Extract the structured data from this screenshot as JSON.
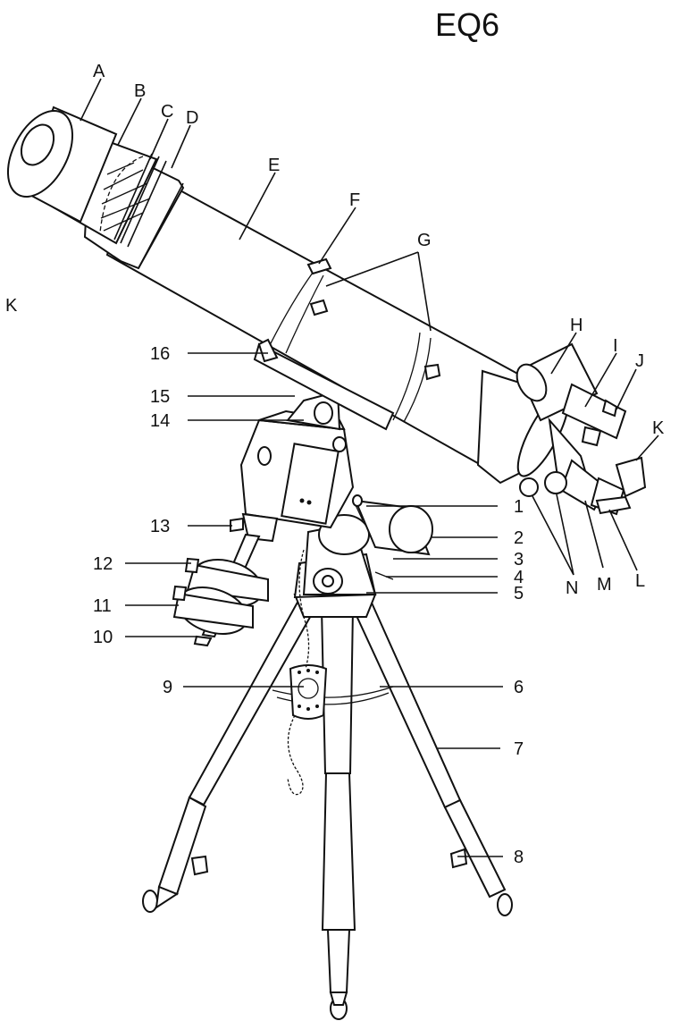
{
  "title": "EQ6",
  "labels": {
    "A": "A",
    "B": "B",
    "C": "C",
    "D": "D",
    "E": "E",
    "F": "F",
    "G": "G",
    "H": "H",
    "I": "I",
    "J": "J",
    "K": "K",
    "K_side": "K",
    "L": "L",
    "M": "M",
    "N": "N",
    "n1": "1",
    "n2": "2",
    "n3": "3",
    "n4": "4",
    "n5": "5",
    "n6": "6",
    "n7": "7",
    "n8": "8",
    "n9": "9",
    "n10": "10",
    "n11": "11",
    "n12": "12",
    "n13": "13",
    "n14": "14",
    "n15": "15",
    "n16": "16"
  }
}
